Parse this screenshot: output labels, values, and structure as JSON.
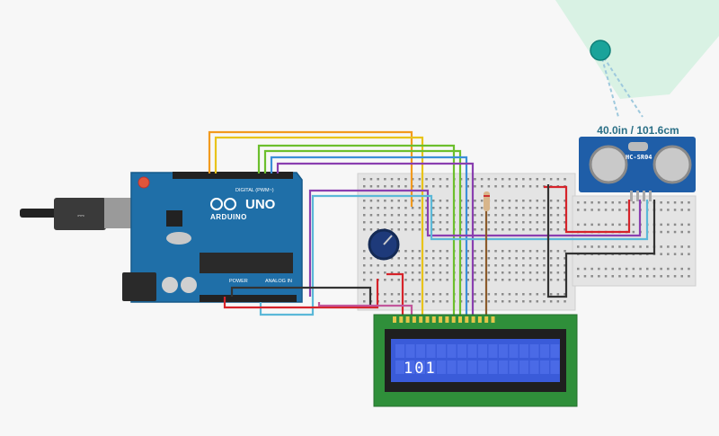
{
  "sensor": {
    "reading": "40.0in / 101.6cm",
    "model": "HC-SR04"
  },
  "lcd": {
    "line1": "101"
  },
  "arduino": {
    "name": "UNO",
    "brand": "ARDUINO",
    "digital_label": "DIGITAL (PWM~)",
    "power_label": "POWER",
    "analog_label": "ANALOG IN"
  },
  "colors": {
    "board": "#1f6fa8",
    "breadboard": "#e4e4e4",
    "lcd_pcb": "#2f8f3a",
    "lcd_screen": "#3a5bd9",
    "sensor_board": "#1f5ea8",
    "sensor_target": "#1aa39a",
    "sensor_cone": "#d9f2e4",
    "wire_orange": "#f29a1e",
    "wire_yellow": "#e8c41a",
    "wire_green": "#6cbf2d",
    "wire_blue": "#3b8fd9",
    "wire_purple": "#8a3fb0",
    "wire_red": "#d6232a",
    "wire_black": "#333333",
    "wire_cyan": "#5bb8d8",
    "wire_brown": "#8b5a2b"
  }
}
